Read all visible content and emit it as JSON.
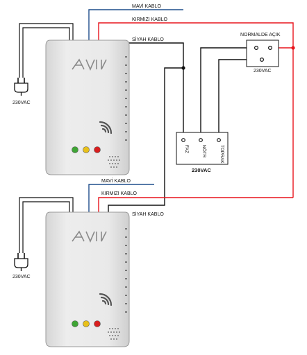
{
  "detector_top": {
    "wire_blue_label": "MAVİ KABLO",
    "wire_red_label": "KIRMIZI KABLO",
    "wire_black_label": "SİYAH KABLO",
    "plug_voltage_label": "230VAC"
  },
  "detector_bottom": {
    "wire_blue_label": "MAVİ KABLO",
    "wire_red_label": "KIRMIZI KABLO",
    "wire_black_label": "SİYAH KABLO",
    "plug_voltage_label": "230VAC"
  },
  "relay": {
    "label": "NORMALDE AÇIK",
    "voltage_label": "230VAC"
  },
  "terminal_block": {
    "terminals": [
      "FAZ",
      "NÖTR",
      "TOPRAK"
    ],
    "voltage_label": "230VAC"
  },
  "colors": {
    "blue_wire": "#1f4e8c",
    "red_wire": "#e8141c",
    "black_wire": "#111111",
    "device_body": "#e6e6e6",
    "led_green": "#3fa535",
    "led_yellow": "#e8c01a",
    "led_red": "#d81e1e"
  }
}
